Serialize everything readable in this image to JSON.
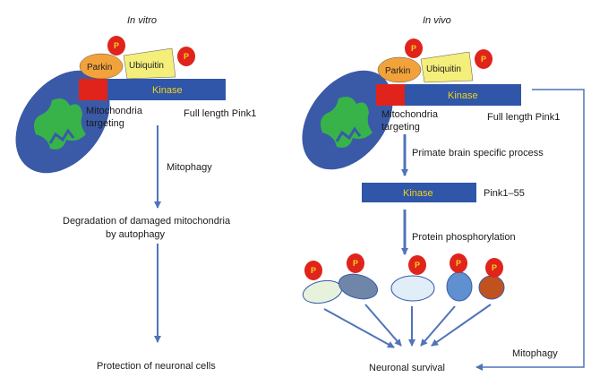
{
  "left_panel": {
    "heading": "In vitro",
    "parkin": "Parkin",
    "ubiquitin": "Ubiquitin",
    "kinase": "Kinase",
    "mito_targeting_line1": "Mitochondria",
    "mito_targeting_line2": "targeting",
    "full_length": "Full length Pink1",
    "mitophagy": "Mitophagy",
    "degradation_line1": "Degradation of damaged mitochondria",
    "degradation_line2": "by autophagy",
    "protection": "Protection of neuronal cells"
  },
  "right_panel": {
    "heading": "In vivo",
    "parkin": "Parkin",
    "ubiquitin": "Ubiquitin",
    "kinase": "Kinase",
    "mito_targeting_line1": "Mitochondria",
    "mito_targeting_line2": "targeting",
    "full_length": "Full length Pink1",
    "primate_process": "Primate brain specific process",
    "kinase_short": "Kinase",
    "pink1_55": "Pink1–55",
    "protein_phosphorylation": "Protein phosphorylation",
    "mitophagy": "Mitophagy",
    "neuronal_survival": "Neuronal survival"
  },
  "phospho_label": "P",
  "colors": {
    "kinase_bar": "#2f56a8",
    "targeting": "#e0241b",
    "parkin": "#f2a23a",
    "ubiquitin": "#f4ee7a",
    "phospho": "#e0241b",
    "mitochondria": "#3a5aa8",
    "cristae": "#37b34a",
    "arrow": "#4f74b8"
  },
  "substrates": [
    {
      "fill": "#e6f2dc"
    },
    {
      "fill": "#6f86a8"
    },
    {
      "fill": "#e1edf7"
    },
    {
      "fill": "#5f90d0"
    },
    {
      "fill": "#c0521f"
    }
  ]
}
